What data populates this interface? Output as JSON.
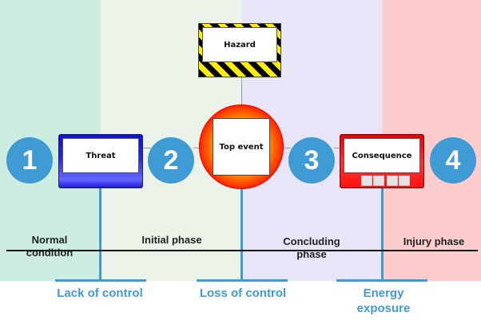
{
  "phases": [
    {
      "id": "normal",
      "label": "Normal condition",
      "color": "#ccede0"
    },
    {
      "id": "initial",
      "label": "Initial phase",
      "color": "#ebf3e9"
    },
    {
      "id": "concluding",
      "label": "Concluding phase",
      "color": "#e8e5f8"
    },
    {
      "id": "injury",
      "label": "Injury phase",
      "color": "#fdcccc"
    }
  ],
  "phase_labels": {
    "normal_line1": "Normal",
    "normal_line2": "condition",
    "initial": "Initial phase",
    "concluding_line1": "Concluding",
    "concluding_line2": "phase",
    "injury": "Injury phase"
  },
  "nodes": {
    "hazard": "Hazard",
    "threat": "Threat",
    "top_event": "Top event",
    "consequence": "Consequence"
  },
  "step_numbers": [
    "1",
    "2",
    "3",
    "4"
  ],
  "transitions": {
    "lack_of_control": "Lack of control",
    "loss_of_control": "Loss of control",
    "energy_exposure_line1": "Energy",
    "energy_exposure_line2": "exposure"
  },
  "colors": {
    "accent_blue": "#3f9bd3",
    "threat_blue": "#2222ee",
    "consequence_red": "#ff2222",
    "hazard_yellow": "#ffee00"
  }
}
